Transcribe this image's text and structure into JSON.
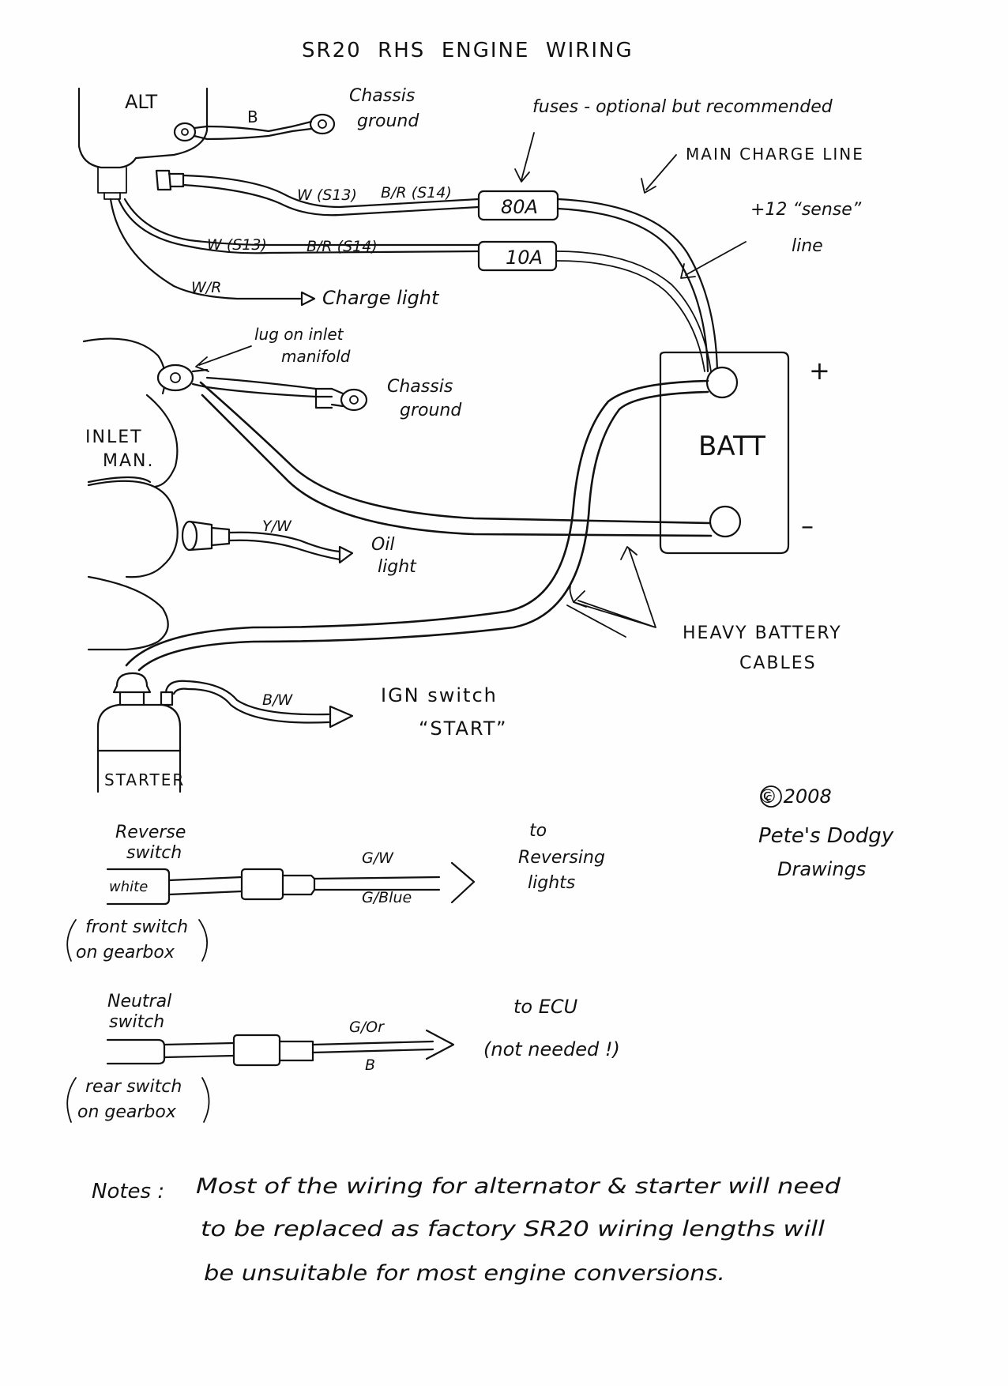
{
  "title": "SR20  RHS  ENGINE  WIRING",
  "components": {
    "alternator": "ALT",
    "battery": "BATT",
    "battery_positive": "+",
    "battery_negative": "–",
    "starter": "STARTER",
    "inlet_manifold_line1": "INLET",
    "inlet_manifold_line2": "MAN.",
    "reverse_switch_line1": "Reverse",
    "reverse_switch_line2": "switch",
    "reverse_plug": "white",
    "neutral_switch_line1": "Neutral",
    "neutral_switch_line2": "switch"
  },
  "fuses": {
    "main": "80A",
    "sense": "10A"
  },
  "wire_labels": {
    "alt_ground": "B",
    "main_w": "W (S13)",
    "main_br": "B/R (S14)",
    "sense_w": "W (S13)",
    "sense_br": "B/R (S14)",
    "charge_light_wire": "W/R",
    "oil_light_wire": "Y/W",
    "start_wire": "B/W",
    "reverse_top": "G/W",
    "reverse_bottom": "G/Blue",
    "neutral_top": "G/Or",
    "neutral_bottom": "B"
  },
  "annotations": {
    "chassis_ground_1_line1": "Chassis",
    "chassis_ground_1_line2": "ground",
    "chassis_ground_2_line1": "Chassis",
    "chassis_ground_2_line2": "ground",
    "fuses_note": "fuses - optional but recommended",
    "main_charge_line": "MAIN CHARGE LINE",
    "sense_line_1": "+12 “sense”",
    "sense_line_2": "line",
    "charge_light": "Charge light",
    "lug_line1": "lug on inlet",
    "lug_line2": "manifold",
    "oil_light_1": "Oil",
    "oil_light_2": "light",
    "heavy_cables_1": "HEAVY BATTERY",
    "heavy_cables_2": "CABLES",
    "ign_switch_1": "IGN switch",
    "ign_switch_2": "“START”",
    "copyright_1": "© 2008",
    "copyright_2": "Pete's Dodgy",
    "copyright_3": "Drawings",
    "to_rev_1": "to",
    "to_rev_2": "Reversing",
    "to_rev_3": "lights",
    "front_switch_1": "front switch",
    "front_switch_2": "on gearbox",
    "to_ecu_1": "to ECU",
    "to_ecu_2": "(not needed !)",
    "rear_switch_1": "rear switch",
    "rear_switch_2": "on gearbox"
  },
  "notes": {
    "label": "Notes :",
    "line1": "Most of the wiring for alternator & starter will need",
    "line2": "to be replaced as factory SR20 wiring lengths will",
    "line3": "be unsuitable for most engine conversions."
  }
}
